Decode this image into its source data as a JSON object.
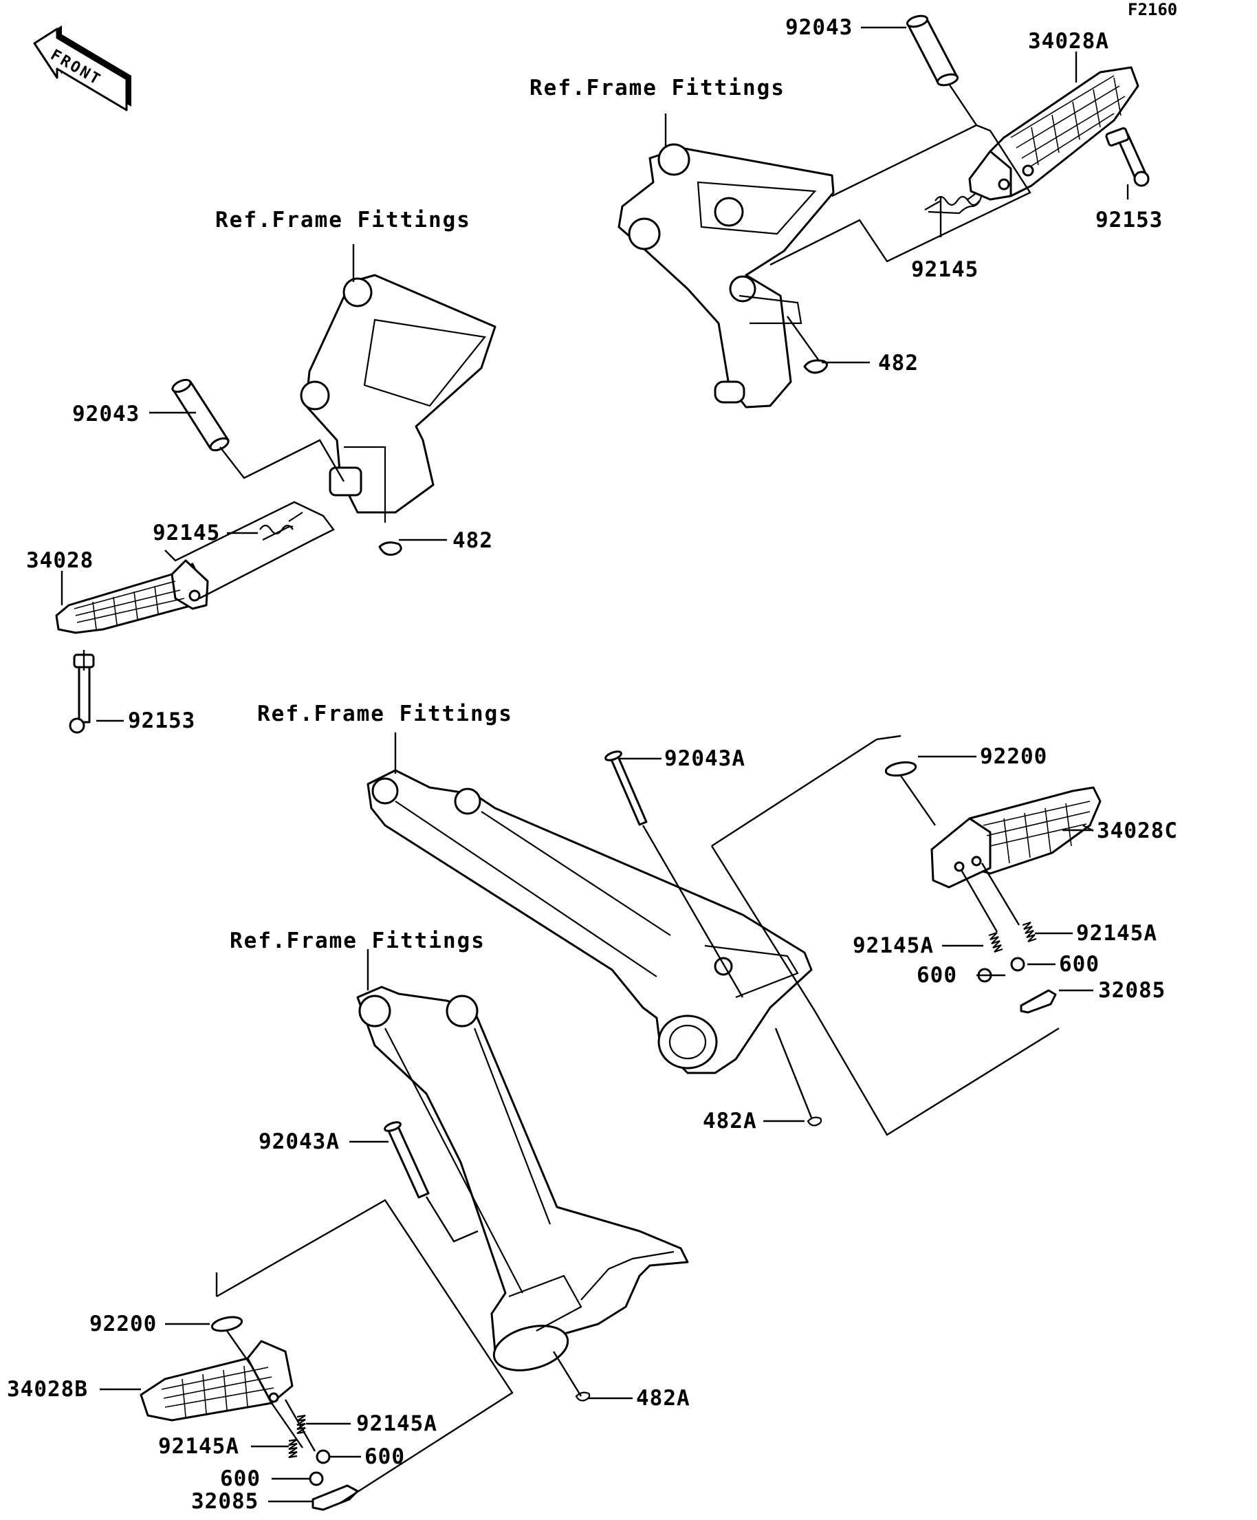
{
  "diagram_code": "F2160",
  "front_arrow": {
    "label": "FRONT"
  },
  "ref_labels": [
    "Ref.Frame Fittings",
    "Ref.Frame Fittings",
    "Ref.Frame Fittings",
    "Ref.Frame Fittings"
  ],
  "parts": {
    "upper_right": {
      "pin": "92043",
      "footpeg": "34028A",
      "bolt": "92153",
      "spring": "92145",
      "clip": "482"
    },
    "upper_left": {
      "pin": "92043",
      "spring": "92145",
      "clip": "482",
      "footpeg": "34028",
      "bolt": "92153"
    },
    "lower_right": {
      "pin": "92043A",
      "washer": "92200",
      "footpeg": "34028C",
      "spring_left": "92145A",
      "spring_right": "92145A",
      "ball_left": "600",
      "ball_right": "600",
      "detent": "32085",
      "clip": "482A"
    },
    "lower_left": {
      "pin": "92043A",
      "washer": "92200",
      "footpeg": "34028B",
      "spring_upper": "92145A",
      "spring_lower": "92145A",
      "ball_upper": "600",
      "ball_lower": "600",
      "detent": "32085",
      "clip": "482A"
    }
  }
}
